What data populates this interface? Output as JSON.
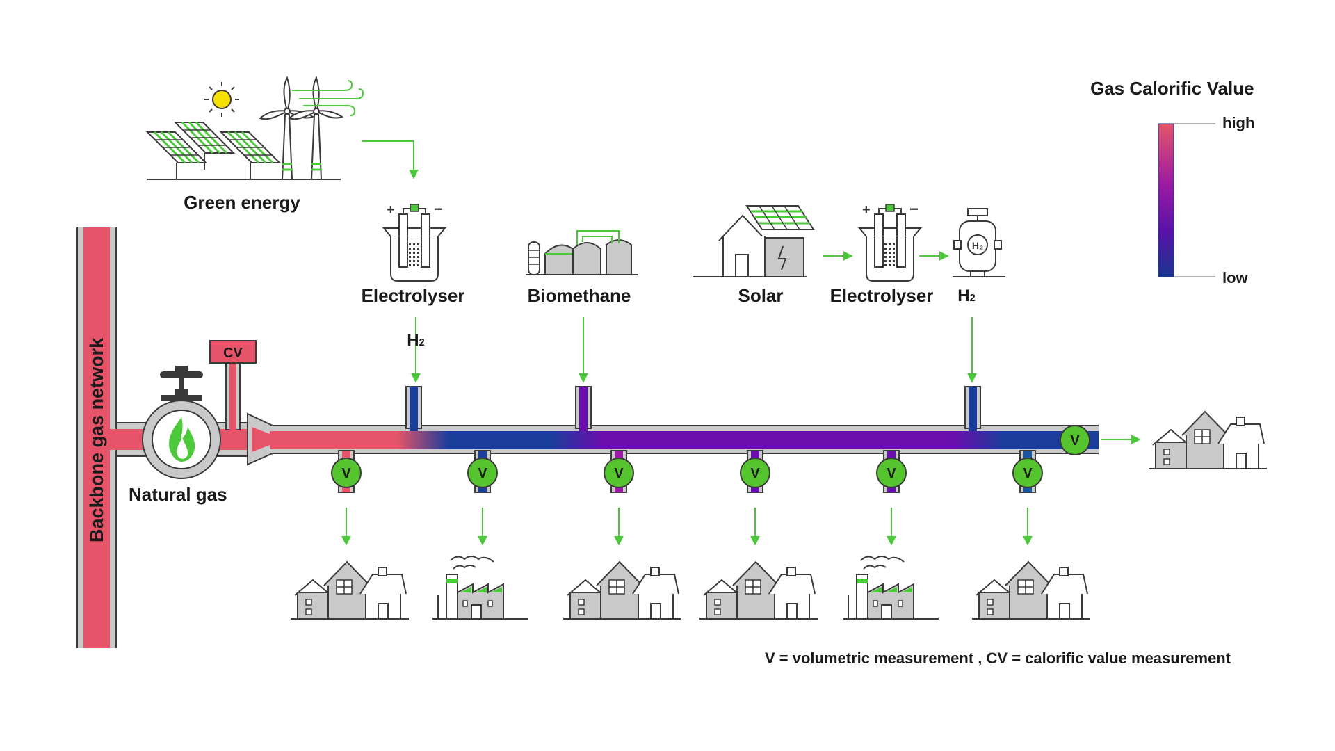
{
  "labels": {
    "green_energy": "Green energy",
    "electrolyser_1": "Electrolyser",
    "h2_1": "H",
    "h2_1_sub": "2",
    "biomethane": "Biomethane",
    "solar": "Solar",
    "electrolyser_2": "Electrolyser",
    "h2_2": "H",
    "h2_2_sub": "2",
    "backbone": "Backbone gas network",
    "natural_gas": "Natural gas",
    "cv": "CV",
    "meter": "V",
    "tank": "H₂"
  },
  "legend": {
    "title": "Gas Calorific Value",
    "high": "high",
    "low": "low",
    "gradient": [
      "#e3566a",
      "#9b1aa3",
      "#5a12a8",
      "#1a3590"
    ]
  },
  "footnote": "V = volumetric measurement , CV = calorific value measurement",
  "colors": {
    "pipe_high": "#e55468",
    "pipe_mid": "#6a0dad",
    "pipe_low": "#1a3d9a",
    "arrow_green": "#4cc93a",
    "meter_green": "#55c42f",
    "building_gray": "#c9c9c9",
    "outline": "#3a3a3a"
  },
  "icons": [
    "solar-panel-icon",
    "sun-icon",
    "wind-turbine-icon",
    "wind-icon",
    "electrolyser-icon",
    "biogas-plant-icon",
    "solar-house-icon",
    "hydrogen-tank-icon",
    "valve-icon",
    "flame-icon",
    "house-icon",
    "factory-icon"
  ]
}
